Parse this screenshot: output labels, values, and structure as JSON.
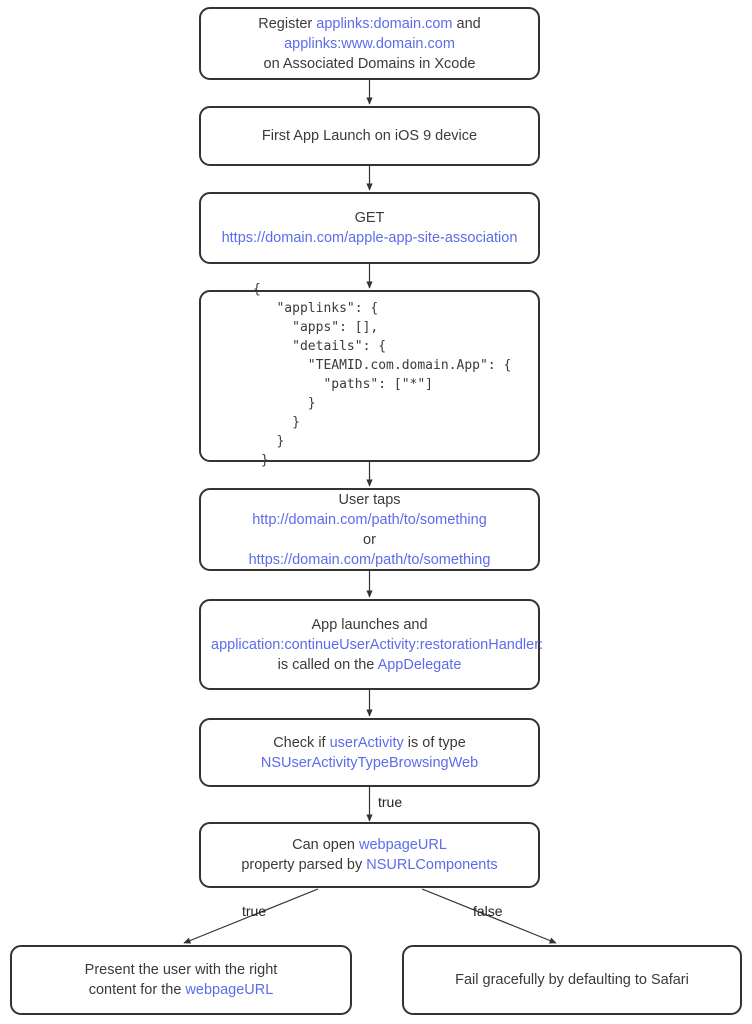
{
  "diagram": {
    "title": "iOS 9 Universal Links flow",
    "link_color": "#5b6ceb",
    "text_color": "#3a3a3a",
    "border_color": "#333333",
    "background": "#ffffff"
  },
  "nodes": {
    "register": {
      "name": "register-domains",
      "line1_a": "Register ",
      "line1_link": "applinks:domain.com",
      "line1_b": " and",
      "line2_link": "applinks:www.domain.com",
      "line3": "on Associated Domains in Xcode"
    },
    "first_launch": {
      "name": "first-app-launch",
      "line1": "First App Launch on iOS 9 device"
    },
    "get_request": {
      "name": "get-association-file",
      "line1": "GET",
      "line2_link": "https://domain.com/apple-app-site-association"
    },
    "json_payload": {
      "name": "association-json",
      "code": "{\n   \"applinks\": {\n     \"apps\": [],\n     \"details\": {\n       \"TEAMID.com.domain.App\": {\n         \"paths\": [\"*\"]\n       }\n     }\n   }\n }"
    },
    "user_taps": {
      "name": "user-taps-link",
      "line1": "User taps",
      "line2_link": "http://domain.com/path/to/something",
      "line3": "or",
      "line4_link": "https://domain.com/path/to/something"
    },
    "app_launches": {
      "name": "app-launches-delegate",
      "line1": "App launches and",
      "line2_link": "application:continueUserActivity:restorationHandler:",
      "line3_a": "is called on the ",
      "line3_link": "AppDelegate"
    },
    "check_type": {
      "name": "check-useractivity-type",
      "line1_a": "Check if ",
      "line1_link": "userActivity",
      "line1_b": " is of type",
      "line2_link": "NSUserActivityTypeBrowsingWeb"
    },
    "can_open": {
      "name": "can-open-webpageurl",
      "line1_a": "Can open ",
      "line1_link": "webpageURL",
      "line2_a": "property parsed by ",
      "line2_link": "NSURLComponents"
    },
    "present_content": {
      "name": "present-right-content",
      "line1": "Present the user with the right",
      "line2_a": "content for the ",
      "line2_link": "webpageURL"
    },
    "fail_safari": {
      "name": "fail-gracefully-safari",
      "line1": "Fail gracefully by defaulting to Safari"
    }
  },
  "edge_labels": {
    "true_vertical": "true",
    "true_branch": "true",
    "false_branch": "false"
  }
}
